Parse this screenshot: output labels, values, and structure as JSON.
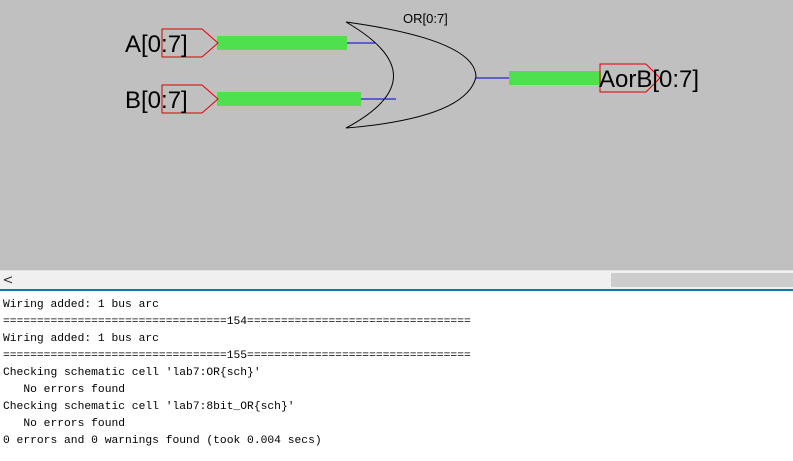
{
  "schematic": {
    "gate_label": "OR[0:7]",
    "input_a": "A[0:7]",
    "input_b": "B[0:7]",
    "output": "AorB[0:7]",
    "colors": {
      "background": "#c0c0c0",
      "bus": "#4ee04e",
      "wire": "#0000c8",
      "export_outline": "#e00000",
      "gate_outline": "#000000"
    }
  },
  "scrollbar": {
    "left_arrow": "<"
  },
  "console": {
    "lines": [
      "Wiring added: 1 bus arc",
      "=================================154=================================",
      "Wiring added: 1 bus arc",
      "=================================155=================================",
      "Checking schematic cell 'lab7:OR{sch}'",
      "   No errors found",
      "Checking schematic cell 'lab7:8bit_OR{sch}'",
      "   No errors found",
      "0 errors and 0 warnings found (took 0.004 secs)"
    ]
  }
}
